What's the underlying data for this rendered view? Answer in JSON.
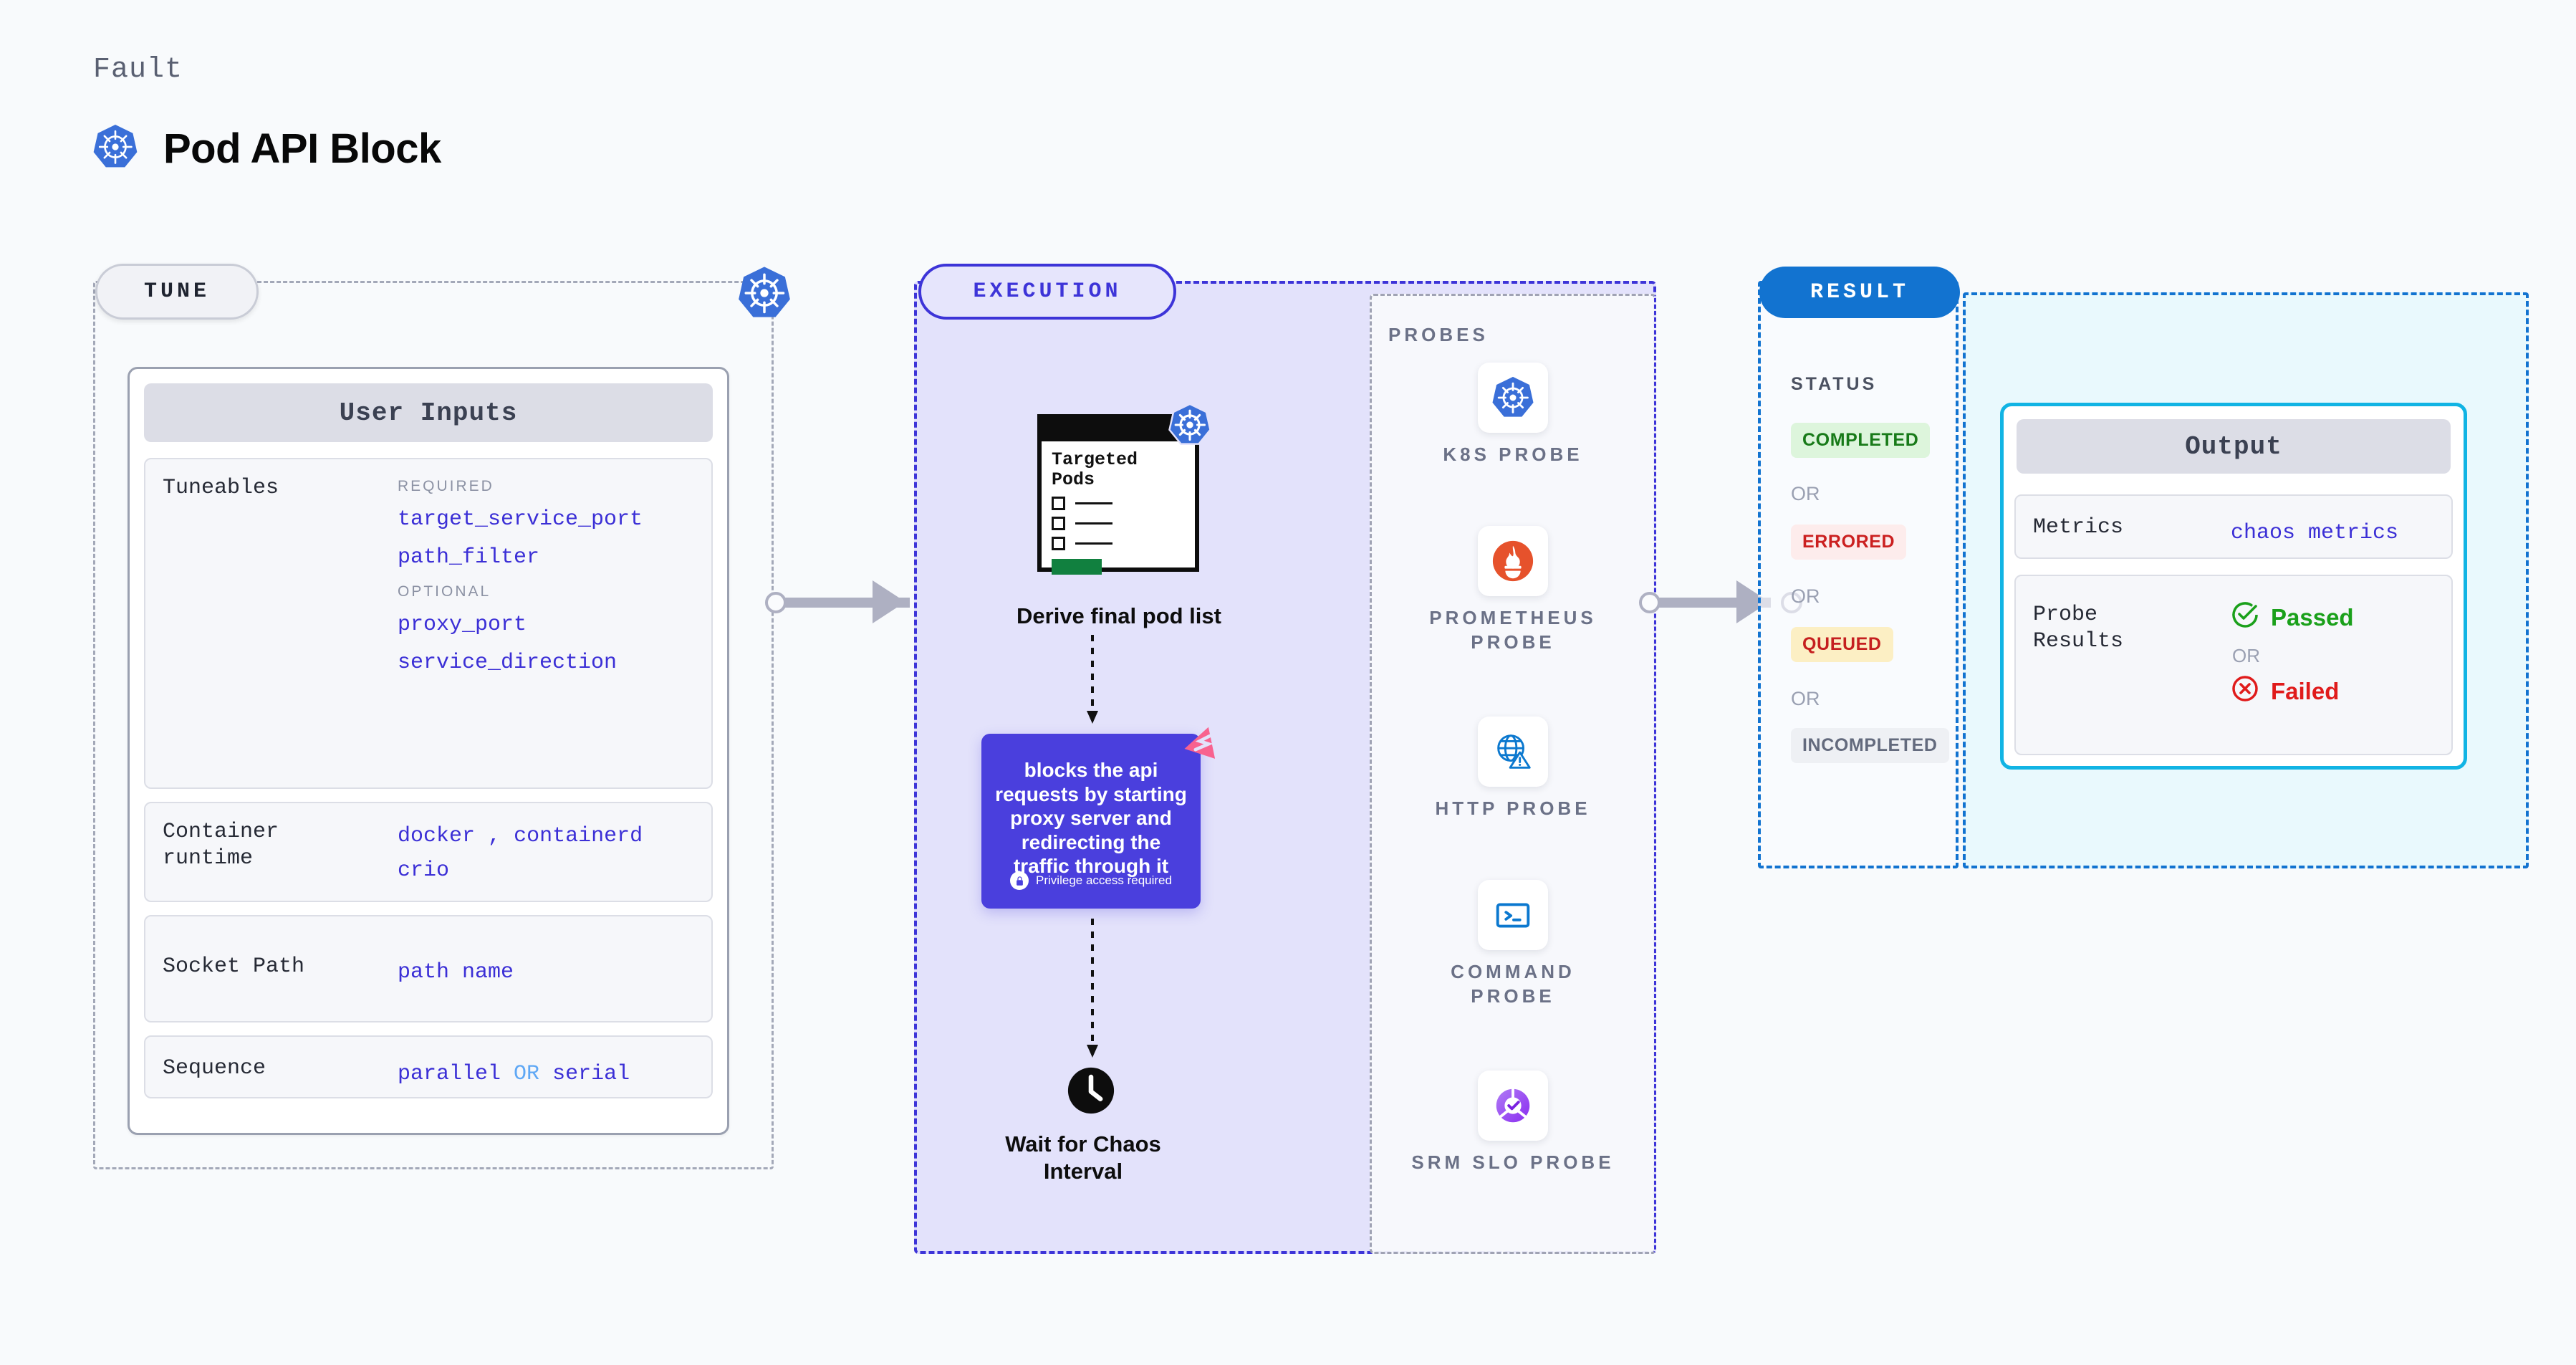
{
  "header": {
    "eyebrow": "Fault",
    "title": "Pod API Block",
    "icon": "kubernetes-icon"
  },
  "tune": {
    "pill_label": "TUNE",
    "badge_icon": "kubernetes-icon",
    "card_title": "User Inputs",
    "rows": [
      {
        "label": "Tuneables",
        "groups": [
          {
            "tag": "REQUIRED",
            "values": [
              "target_service_port",
              "path_filter"
            ]
          },
          {
            "tag": "OPTIONAL",
            "values": [
              "proxy_port",
              "service_direction"
            ]
          }
        ]
      },
      {
        "label": "Container runtime",
        "values": [
          "docker",
          ",",
          "containerd",
          "crio"
        ]
      },
      {
        "label": "Socket Path",
        "values": [
          "path name"
        ]
      },
      {
        "label": "Sequence",
        "values": [
          "parallel",
          "OR",
          "serial"
        ]
      }
    ]
  },
  "execution": {
    "pill_label": "EXECUTION",
    "pods_card": {
      "title": "Targeted Pods",
      "icon": "kubernetes-icon",
      "checkbox_count": 3
    },
    "derive_label": "Derive final pod list",
    "action": {
      "text": "blocks the api requests by starting proxy server and redirecting the traffic through it",
      "privilege_note": "Privilege access required",
      "privilege_icon": "lock-icon",
      "brand_icon": "litmus-chaos-icon"
    },
    "wait_label": "Wait for Chaos Interval",
    "wait_icon": "clock-icon"
  },
  "probes": {
    "title": "PROBES",
    "items": [
      {
        "name": "K8S PROBE",
        "icon": "kubernetes-icon"
      },
      {
        "name": "PROMETHEUS PROBE",
        "icon": "prometheus-icon"
      },
      {
        "name": "HTTP PROBE",
        "icon": "globe-warning-icon"
      },
      {
        "name": "COMMAND PROBE",
        "icon": "terminal-icon"
      },
      {
        "name": "SRM SLO PROBE",
        "icon": "srm-slo-icon"
      }
    ]
  },
  "result": {
    "pill_label": "RESULT",
    "status_label": "STATUS",
    "or_label": "OR",
    "statuses": [
      {
        "text": "COMPLETED",
        "bg": "#ddf5dc",
        "fg": "#187a19"
      },
      {
        "text": "ERRORED",
        "bg": "#fdecec",
        "fg": "#cb2020"
      },
      {
        "text": "QUEUED",
        "bg": "#fcefc4",
        "fg": "#c51f1f"
      },
      {
        "text": "INCOMPLETED",
        "bg": "#eef0f4",
        "fg": "#636a7d"
      }
    ]
  },
  "output": {
    "card_title": "Output",
    "metrics_label": "Metrics",
    "metrics_value": "chaos metrics",
    "probe_results_label": "Probe Results",
    "passed_label": "Passed",
    "failed_label": "Failed",
    "or_label": "OR",
    "passed_icon": "check-circle-icon",
    "failed_icon": "x-circle-icon"
  },
  "colors": {
    "kubernetes_blue": "#3a6fd8",
    "execution_purple": "#3d34d8",
    "result_blue": "#1273d0",
    "output_cyan": "#11b4e4",
    "action_purple": "#4a3fdd",
    "litmus_pink": "#f8628f",
    "passed_green": "#1aa01a",
    "failed_red": "#e01b1b",
    "mono_blue": "#3b2fd6"
  }
}
